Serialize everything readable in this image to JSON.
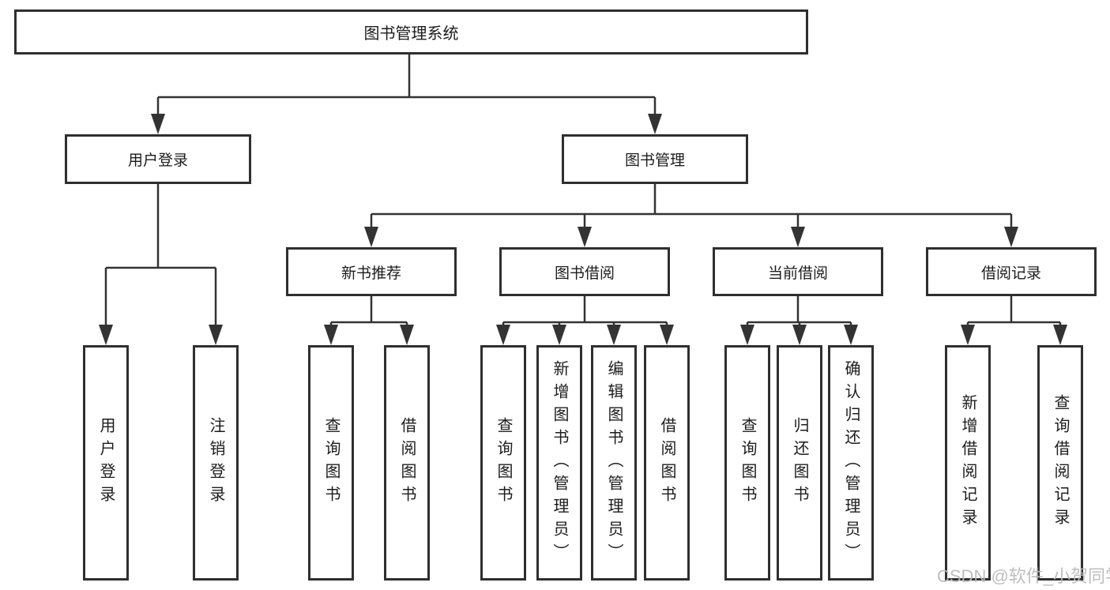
{
  "diagram": {
    "title": "图书管理系统",
    "root": {
      "label": "图书管理系统"
    },
    "level2": [
      {
        "id": "user-login",
        "label": "用户登录"
      },
      {
        "id": "book-management",
        "label": "图书管理"
      }
    ],
    "level3": [
      {
        "id": "new-book-recommend",
        "label": "新书推荐",
        "parent": "图书管理"
      },
      {
        "id": "book-borrow",
        "label": "图书借阅",
        "parent": "图书管理"
      },
      {
        "id": "current-borrow",
        "label": "当前借阅",
        "parent": "图书管理"
      },
      {
        "id": "borrow-record",
        "label": "借阅记录",
        "parent": "图书管理"
      }
    ],
    "leaves": [
      {
        "label": "用户登录",
        "parent": "用户登录"
      },
      {
        "label": "注销登录",
        "parent": "用户登录"
      },
      {
        "label": "查询图书",
        "parent": "新书推荐"
      },
      {
        "label": "借阅图书",
        "parent": "新书推荐"
      },
      {
        "label": "查询图书",
        "parent": "图书借阅"
      },
      {
        "label": "新增图书（管理员）",
        "parent": "图书借阅"
      },
      {
        "label": "编辑图书（管理员）",
        "parent": "图书借阅"
      },
      {
        "label": "借阅图书",
        "parent": "图书借阅"
      },
      {
        "label": "查询图书",
        "parent": "当前借阅"
      },
      {
        "label": "归还图书",
        "parent": "当前借阅"
      },
      {
        "label": "确认归还（管理员）",
        "parent": "当前借阅"
      },
      {
        "label": "新增借阅记录",
        "parent": "借阅记录"
      },
      {
        "label": "查询借阅记录",
        "parent": "借阅记录"
      }
    ]
  },
  "watermark": "CSDN @软件_小贺同学",
  "colors": {
    "line": "#333333",
    "box_border": "#2f2f2f",
    "text": "#1c1c1c",
    "watermark": "#bababa",
    "background": "#ffffff"
  }
}
